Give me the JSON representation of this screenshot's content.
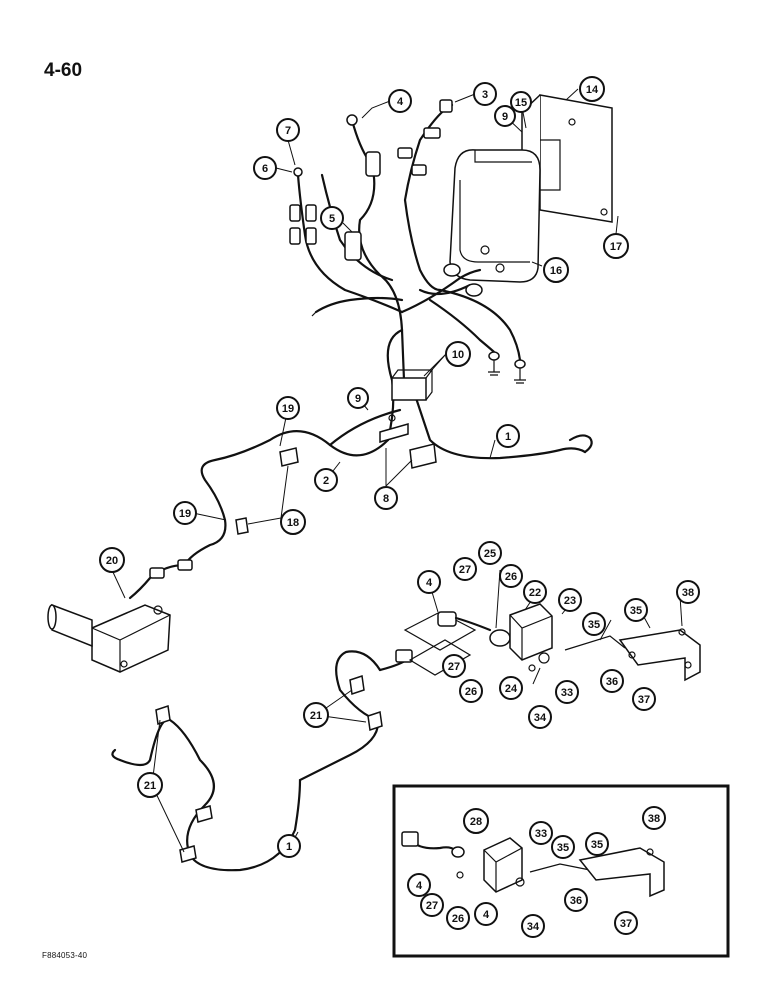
{
  "page_number": "4-60",
  "figure_code": "F884053-40",
  "callouts": [
    {
      "id": "c1a",
      "label": "1"
    },
    {
      "id": "c1b",
      "label": "1"
    },
    {
      "id": "c2",
      "label": "2"
    },
    {
      "id": "c3",
      "label": "3"
    },
    {
      "id": "c4a",
      "label": "4"
    },
    {
      "id": "c4b",
      "label": "4"
    },
    {
      "id": "c4c",
      "label": "4"
    },
    {
      "id": "c4d",
      "label": "4"
    },
    {
      "id": "c5",
      "label": "5"
    },
    {
      "id": "c6",
      "label": "6"
    },
    {
      "id": "c7",
      "label": "7"
    },
    {
      "id": "c8",
      "label": "8"
    },
    {
      "id": "c9a",
      "label": "9"
    },
    {
      "id": "c9b",
      "label": "9"
    },
    {
      "id": "c10",
      "label": "10"
    },
    {
      "id": "c14",
      "label": "14"
    },
    {
      "id": "c15",
      "label": "15"
    },
    {
      "id": "c16",
      "label": "16"
    },
    {
      "id": "c17",
      "label": "17"
    },
    {
      "id": "c18",
      "label": "18"
    },
    {
      "id": "c19a",
      "label": "19"
    },
    {
      "id": "c19b",
      "label": "19"
    },
    {
      "id": "c20",
      "label": "20"
    },
    {
      "id": "c21a",
      "label": "21"
    },
    {
      "id": "c21b",
      "label": "21"
    },
    {
      "id": "c22",
      "label": "22"
    },
    {
      "id": "c23",
      "label": "23"
    },
    {
      "id": "c24",
      "label": "24"
    },
    {
      "id": "c25",
      "label": "25"
    },
    {
      "id": "c26a",
      "label": "26"
    },
    {
      "id": "c26b",
      "label": "26"
    },
    {
      "id": "c26c",
      "label": "26"
    },
    {
      "id": "c27a",
      "label": "27"
    },
    {
      "id": "c27b",
      "label": "27"
    },
    {
      "id": "c27c",
      "label": "27"
    },
    {
      "id": "c28",
      "label": "28"
    },
    {
      "id": "c33a",
      "label": "33"
    },
    {
      "id": "c33b",
      "label": "33"
    },
    {
      "id": "c34a",
      "label": "34"
    },
    {
      "id": "c34b",
      "label": "34"
    },
    {
      "id": "c35a",
      "label": "35"
    },
    {
      "id": "c35b",
      "label": "35"
    },
    {
      "id": "c35c",
      "label": "35"
    },
    {
      "id": "c35d",
      "label": "35"
    },
    {
      "id": "c36a",
      "label": "36"
    },
    {
      "id": "c36b",
      "label": "36"
    },
    {
      "id": "c37a",
      "label": "37"
    },
    {
      "id": "c37b",
      "label": "37"
    },
    {
      "id": "c38a",
      "label": "38"
    },
    {
      "id": "c38b",
      "label": "38"
    }
  ]
}
